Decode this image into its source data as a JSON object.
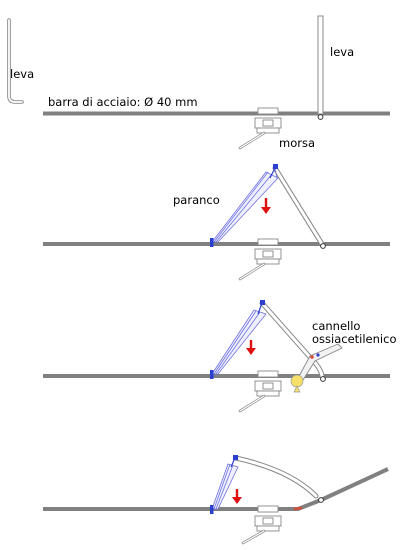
{
  "labels": {
    "lever_small": "leva",
    "bar": "barra di acciaio: Ø 40 mm",
    "lever_upright": "leva",
    "vise": "morsa",
    "hoist": "paranco",
    "torch_line1": "cannello",
    "torch_line2": "ossiacetilenico"
  },
  "colors": {
    "bar": "#808080",
    "lever": "#999999",
    "hoist_wire": "#6f6fe0",
    "hook": "#2a3fd0",
    "force_arrow": "#e01010",
    "flame": "#f7e06a",
    "heated_zone": "#d84a3a"
  },
  "icons": [
    "allen-key-icon",
    "vise-icon",
    "hoist-icon",
    "force-arrow-icon",
    "torch-icon"
  ]
}
